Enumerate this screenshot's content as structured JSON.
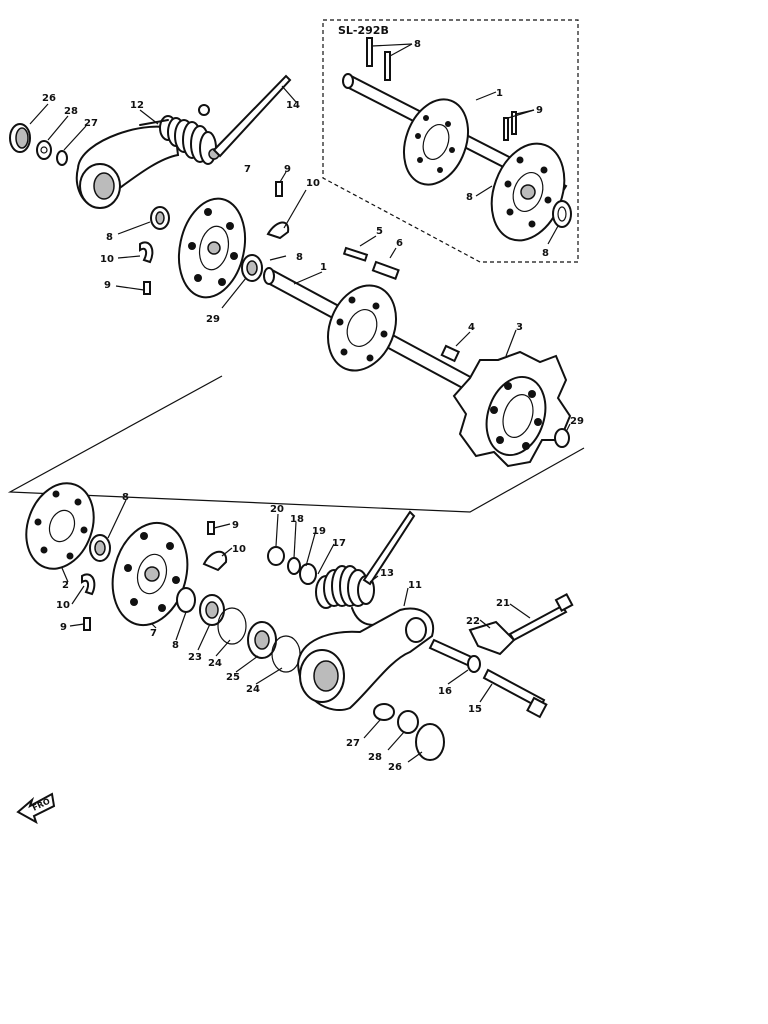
{
  "inset_code": "SL-292B",
  "front_arrow": "FRO",
  "callouts": {
    "inset_8_top": "8",
    "inset_1": "1",
    "inset_9": "9",
    "inset_8_mid": "8",
    "inset_8_bot": "8",
    "p26_top": "26",
    "p28_top": "28",
    "p27_top": "27",
    "p12": "12",
    "p14": "14",
    "p7_top": "7",
    "p9_top": "9",
    "p10_top": "10",
    "p8_left": "8",
    "p10_left": "10",
    "p9_left": "9",
    "p29_top": "29",
    "p8_mid": "8",
    "p5": "5",
    "p6": "6",
    "p1": "1",
    "p4": "4",
    "p3": "3",
    "p29_right": "29",
    "p8_low": "8",
    "p2": "2",
    "p10_low": "10",
    "p9_low": "9",
    "p9_low_right": "9",
    "p10_low_right": "10",
    "p7_low": "7",
    "p8_low2": "8",
    "p23": "23",
    "p24_a": "24",
    "p25": "25",
    "p24_b": "24",
    "p20": "20",
    "p18": "18",
    "p19": "19",
    "p17": "17",
    "p13": "13",
    "p11": "11",
    "p22": "22",
    "p21": "21",
    "p16": "16",
    "p15": "15",
    "p27_low": "27",
    "p28_low": "28",
    "p26_low": "26"
  }
}
